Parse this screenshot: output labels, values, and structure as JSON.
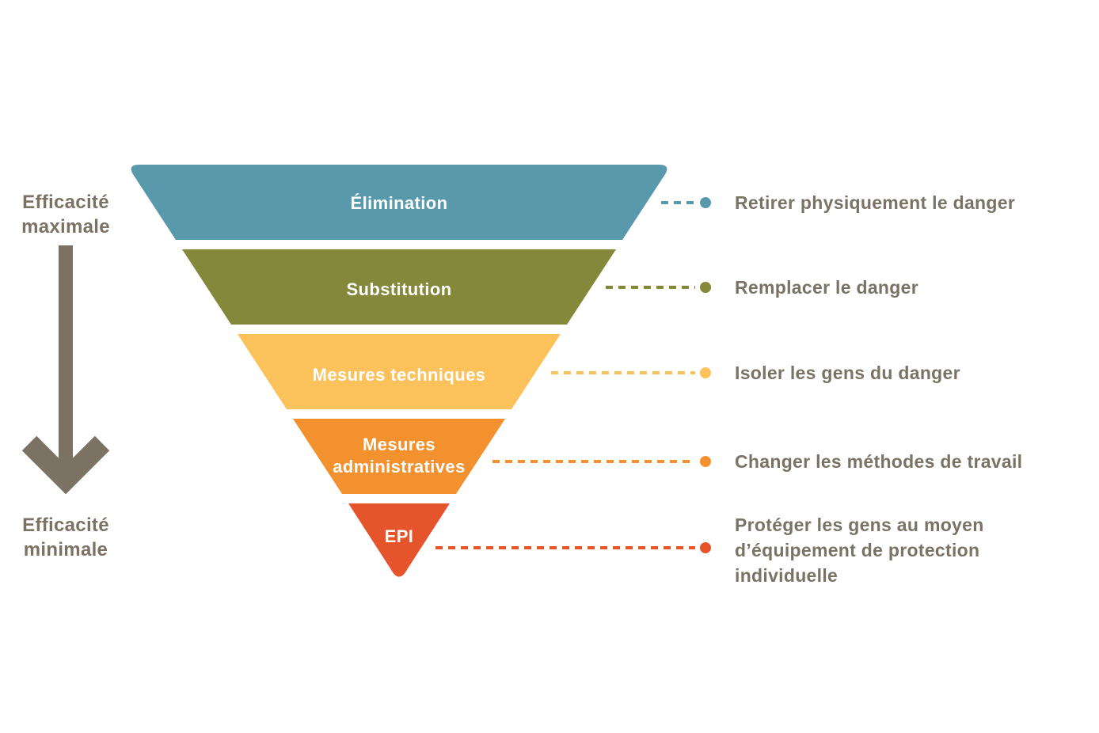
{
  "diagram": {
    "type": "inverted-pyramid-hierarchy",
    "background": "#ffffff",
    "text_color": "#7a7365",
    "tier_label_color": "#ffffff",
    "left_axis": {
      "top_label": "Efficacité maximale",
      "bottom_label": "Efficacité minimale",
      "arrow_icon": "down-arrow-icon",
      "color": "#7b7264"
    },
    "tiers": [
      {
        "label": "Élimination",
        "color": "#5899ac",
        "description": "Retirer physiquement le danger"
      },
      {
        "label": "Substitution",
        "color": "#84883a",
        "description": "Remplacer le danger"
      },
      {
        "label": "Mesures techniques",
        "color": "#fbc15b",
        "description": "Isoler les gens du danger"
      },
      {
        "label": "Mesures administratives",
        "color": "#f2912d",
        "description": "Changer les méthodes de travail"
      },
      {
        "label": "EPI",
        "color": "#e5542a",
        "description": "Protéger les gens au moyen d’équipement de protection individuelle"
      }
    ]
  }
}
